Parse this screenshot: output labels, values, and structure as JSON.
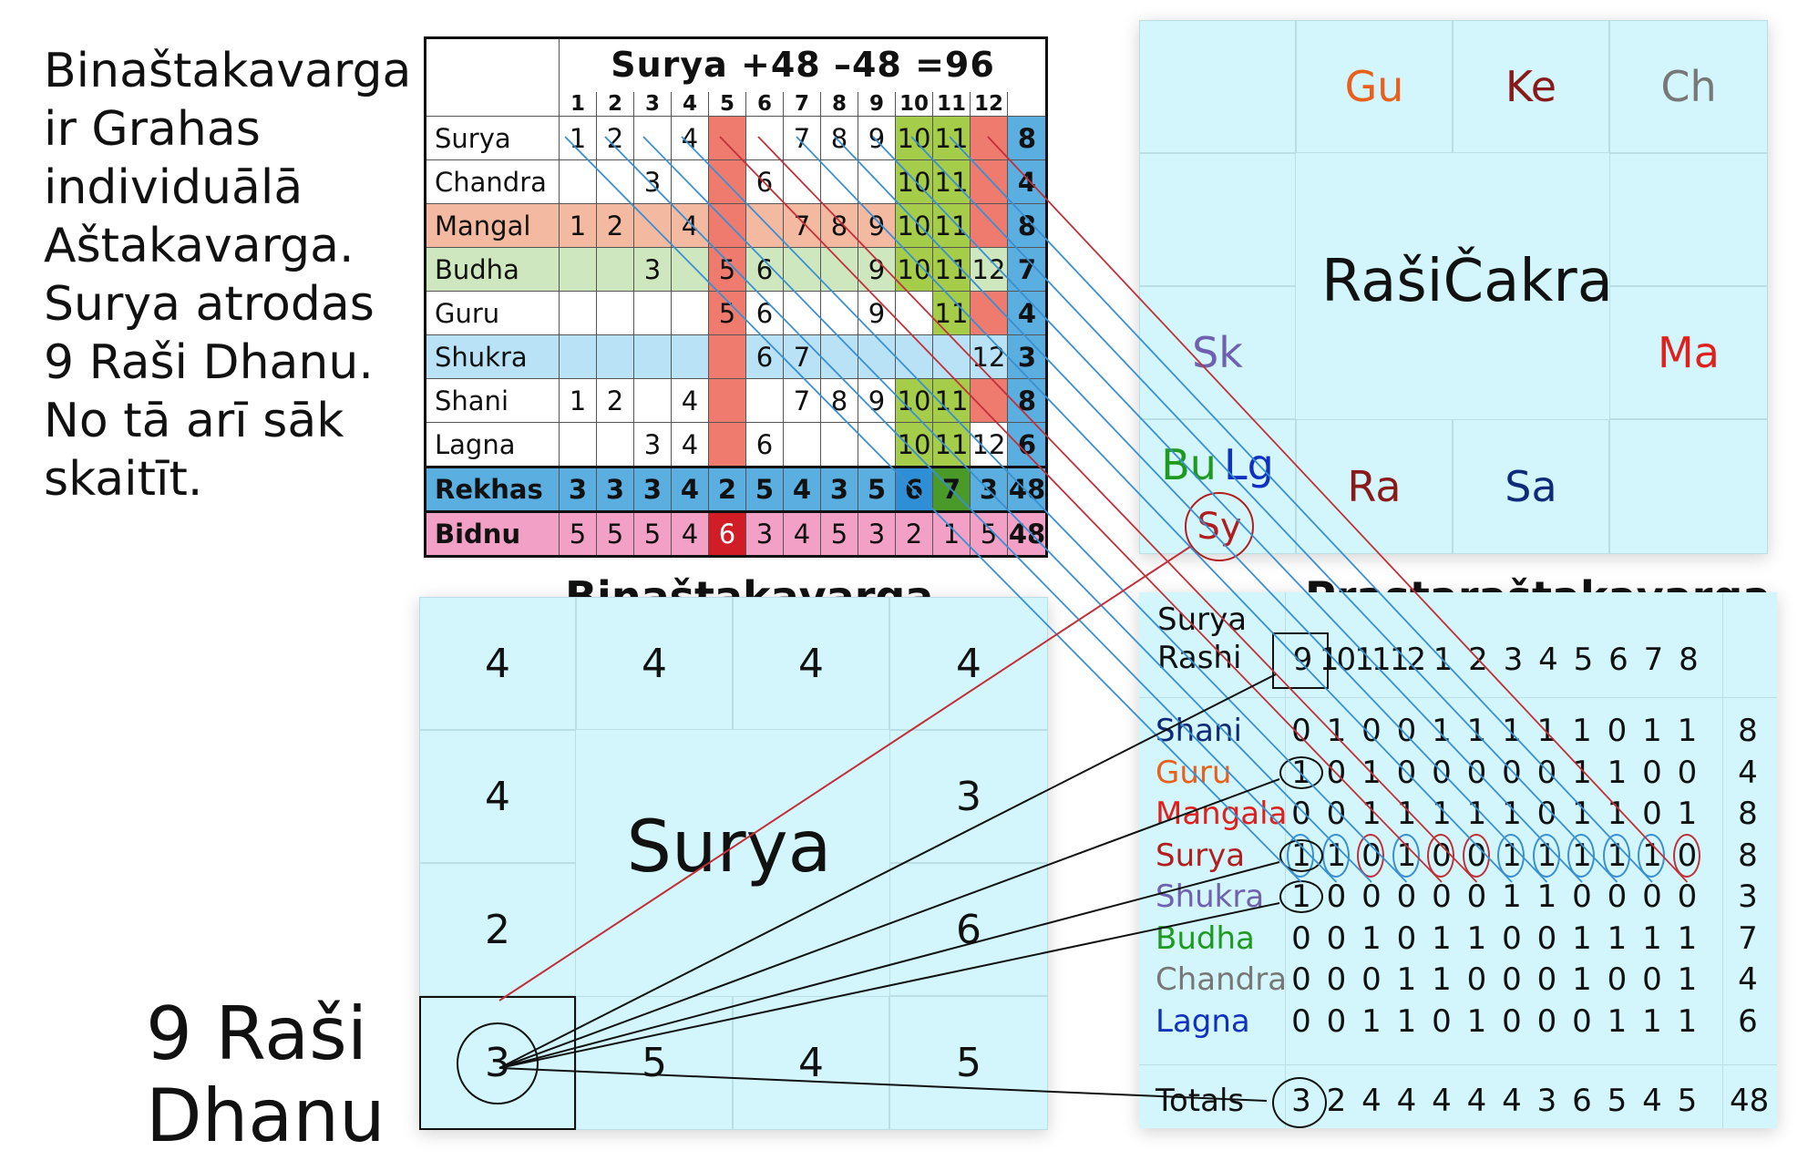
{
  "intro": {
    "lines": [
      "Binaštakavarga",
      "ir Grahas",
      "individuālā",
      "Aštakavarga.",
      "Surya atrodas",
      "9 Raši Dhanu.",
      "No tā arī sāk",
      "skaitīt."
    ]
  },
  "surya_table": {
    "title": "Surya  +48  –48  =96",
    "col_numbers": [
      "1",
      "2",
      "3",
      "4",
      "5",
      "6",
      "7",
      "8",
      "9",
      "10",
      "11",
      "12"
    ],
    "rows": [
      {
        "label": "Surya",
        "cells": [
          "1",
          "2",
          "",
          "4",
          "",
          "",
          "7",
          "8",
          "9",
          "10",
          "11",
          ""
        ],
        "total": "8"
      },
      {
        "label": "Chandra",
        "cells": [
          "",
          "",
          "3",
          "",
          "",
          "6",
          "",
          "",
          "",
          "10",
          "11",
          ""
        ],
        "total": "4"
      },
      {
        "label": "Mangal",
        "cells": [
          "1",
          "2",
          "",
          "4",
          "",
          "",
          "7",
          "8",
          "9",
          "10",
          "11",
          ""
        ],
        "total": "8"
      },
      {
        "label": "Budha",
        "cells": [
          "",
          "",
          "3",
          "",
          "5",
          "6",
          "",
          "",
          "9",
          "10",
          "11",
          "12"
        ],
        "total": "7"
      },
      {
        "label": "Guru",
        "cells": [
          "",
          "",
          "",
          "",
          "5",
          "6",
          "",
          "",
          "9",
          "",
          "11",
          ""
        ],
        "total": "4"
      },
      {
        "label": "Shukra",
        "cells": [
          "",
          "",
          "",
          "",
          "",
          "6",
          "7",
          "",
          "",
          "",
          "",
          "12"
        ],
        "total": "3"
      },
      {
        "label": "Shani",
        "cells": [
          "1",
          "2",
          "",
          "4",
          "",
          "",
          "7",
          "8",
          "9",
          "10",
          "11",
          ""
        ],
        "total": "8"
      },
      {
        "label": "Lagna",
        "cells": [
          "",
          "",
          "3",
          "4",
          "",
          "6",
          "",
          "",
          "",
          "10",
          "11",
          "12"
        ],
        "total": "6"
      }
    ],
    "rekhas": {
      "label": "Rekhas",
      "cells": [
        "3",
        "3",
        "3",
        "4",
        "2",
        "5",
        "4",
        "3",
        "5",
        "6",
        "7",
        "3"
      ],
      "total": "48"
    },
    "bidnu": {
      "label": "Bidnu",
      "cells": [
        "5",
        "5",
        "5",
        "4",
        "6",
        "3",
        "4",
        "5",
        "3",
        "2",
        "1",
        "5"
      ],
      "total": "48"
    }
  },
  "rasi_chakra": {
    "title": "RašiČakra",
    "cells": [
      {
        "text": "Gu",
        "color": "#e8601c"
      },
      {
        "text": "Ke",
        "color": "#8a1a1a"
      },
      {
        "text": "Ch",
        "color": "#777777"
      },
      {
        "text": "Sk",
        "color": "#7060b0"
      },
      {
        "text": "Ma",
        "color": "#e0201c"
      },
      {
        "text": "Bu",
        "color": "#1e9a1e"
      },
      {
        "text": "Lg",
        "color": "#1030c0"
      },
      {
        "text": "Sy",
        "color": "#b21e1e"
      },
      {
        "text": "Ra",
        "color": "#8a1a1a"
      },
      {
        "text": "Sa",
        "color": "#102a7a"
      }
    ]
  },
  "binashtakavarga": {
    "heading": "Binaštakavarga",
    "center_label": "Surya",
    "top_row": [
      "4",
      "4",
      "4",
      "4"
    ],
    "left_col": [
      "4",
      "2"
    ],
    "right_col": [
      "3",
      "6"
    ],
    "bottom_row": [
      "3",
      "5",
      "4",
      "5"
    ]
  },
  "dhanu_label": [
    "9 Raši",
    "Dhanu"
  ],
  "prastarashtakavarga": {
    "heading": "Prastaraštakavarga",
    "rashi_label_1": "Surya",
    "rashi_label_2": "Rashi",
    "rashi_numbers": [
      "9",
      "10",
      "11",
      "12",
      "1",
      "2",
      "3",
      "4",
      "5",
      "6",
      "7",
      "8"
    ],
    "rows": [
      {
        "name": "Shani",
        "color": "#102a7a",
        "values": [
          "0",
          "1",
          "0",
          "0",
          "1",
          "1",
          "1",
          "1",
          "1",
          "0",
          "1",
          "1"
        ],
        "total": "8"
      },
      {
        "name": "Guru",
        "color": "#e8601c",
        "values": [
          "1",
          "0",
          "1",
          "0",
          "0",
          "0",
          "0",
          "0",
          "1",
          "1",
          "0",
          "0"
        ],
        "total": "4"
      },
      {
        "name": "Mangala",
        "color": "#e0201c",
        "values": [
          "0",
          "0",
          "1",
          "1",
          "1",
          "1",
          "1",
          "0",
          "1",
          "1",
          "0",
          "1"
        ],
        "total": "8"
      },
      {
        "name": "Surya",
        "color": "#b21e1e",
        "values": [
          "1",
          "1",
          "0",
          "1",
          "0",
          "0",
          "1",
          "1",
          "1",
          "1",
          "1",
          "0"
        ],
        "total": "8"
      },
      {
        "name": "Shukra",
        "color": "#7060b0",
        "values": [
          "1",
          "0",
          "0",
          "0",
          "0",
          "0",
          "1",
          "1",
          "0",
          "0",
          "0",
          "0"
        ],
        "total": "3"
      },
      {
        "name": "Budha",
        "color": "#1e9a1e",
        "values": [
          "0",
          "0",
          "1",
          "0",
          "1",
          "1",
          "0",
          "0",
          "1",
          "1",
          "1",
          "1"
        ],
        "total": "7"
      },
      {
        "name": "Chandra",
        "color": "#777777",
        "values": [
          "0",
          "0",
          "0",
          "1",
          "1",
          "0",
          "0",
          "0",
          "1",
          "0",
          "0",
          "1"
        ],
        "total": "4"
      },
      {
        "name": "Lagna",
        "color": "#1030c0",
        "values": [
          "0",
          "0",
          "1",
          "1",
          "0",
          "1",
          "0",
          "0",
          "0",
          "1",
          "1",
          "1"
        ],
        "total": "6"
      }
    ],
    "totals_label": "Totals",
    "totals": [
      "3",
      "2",
      "4",
      "4",
      "4",
      "4",
      "4",
      "3",
      "6",
      "5",
      "4",
      "5"
    ],
    "grand_total": "48"
  }
}
